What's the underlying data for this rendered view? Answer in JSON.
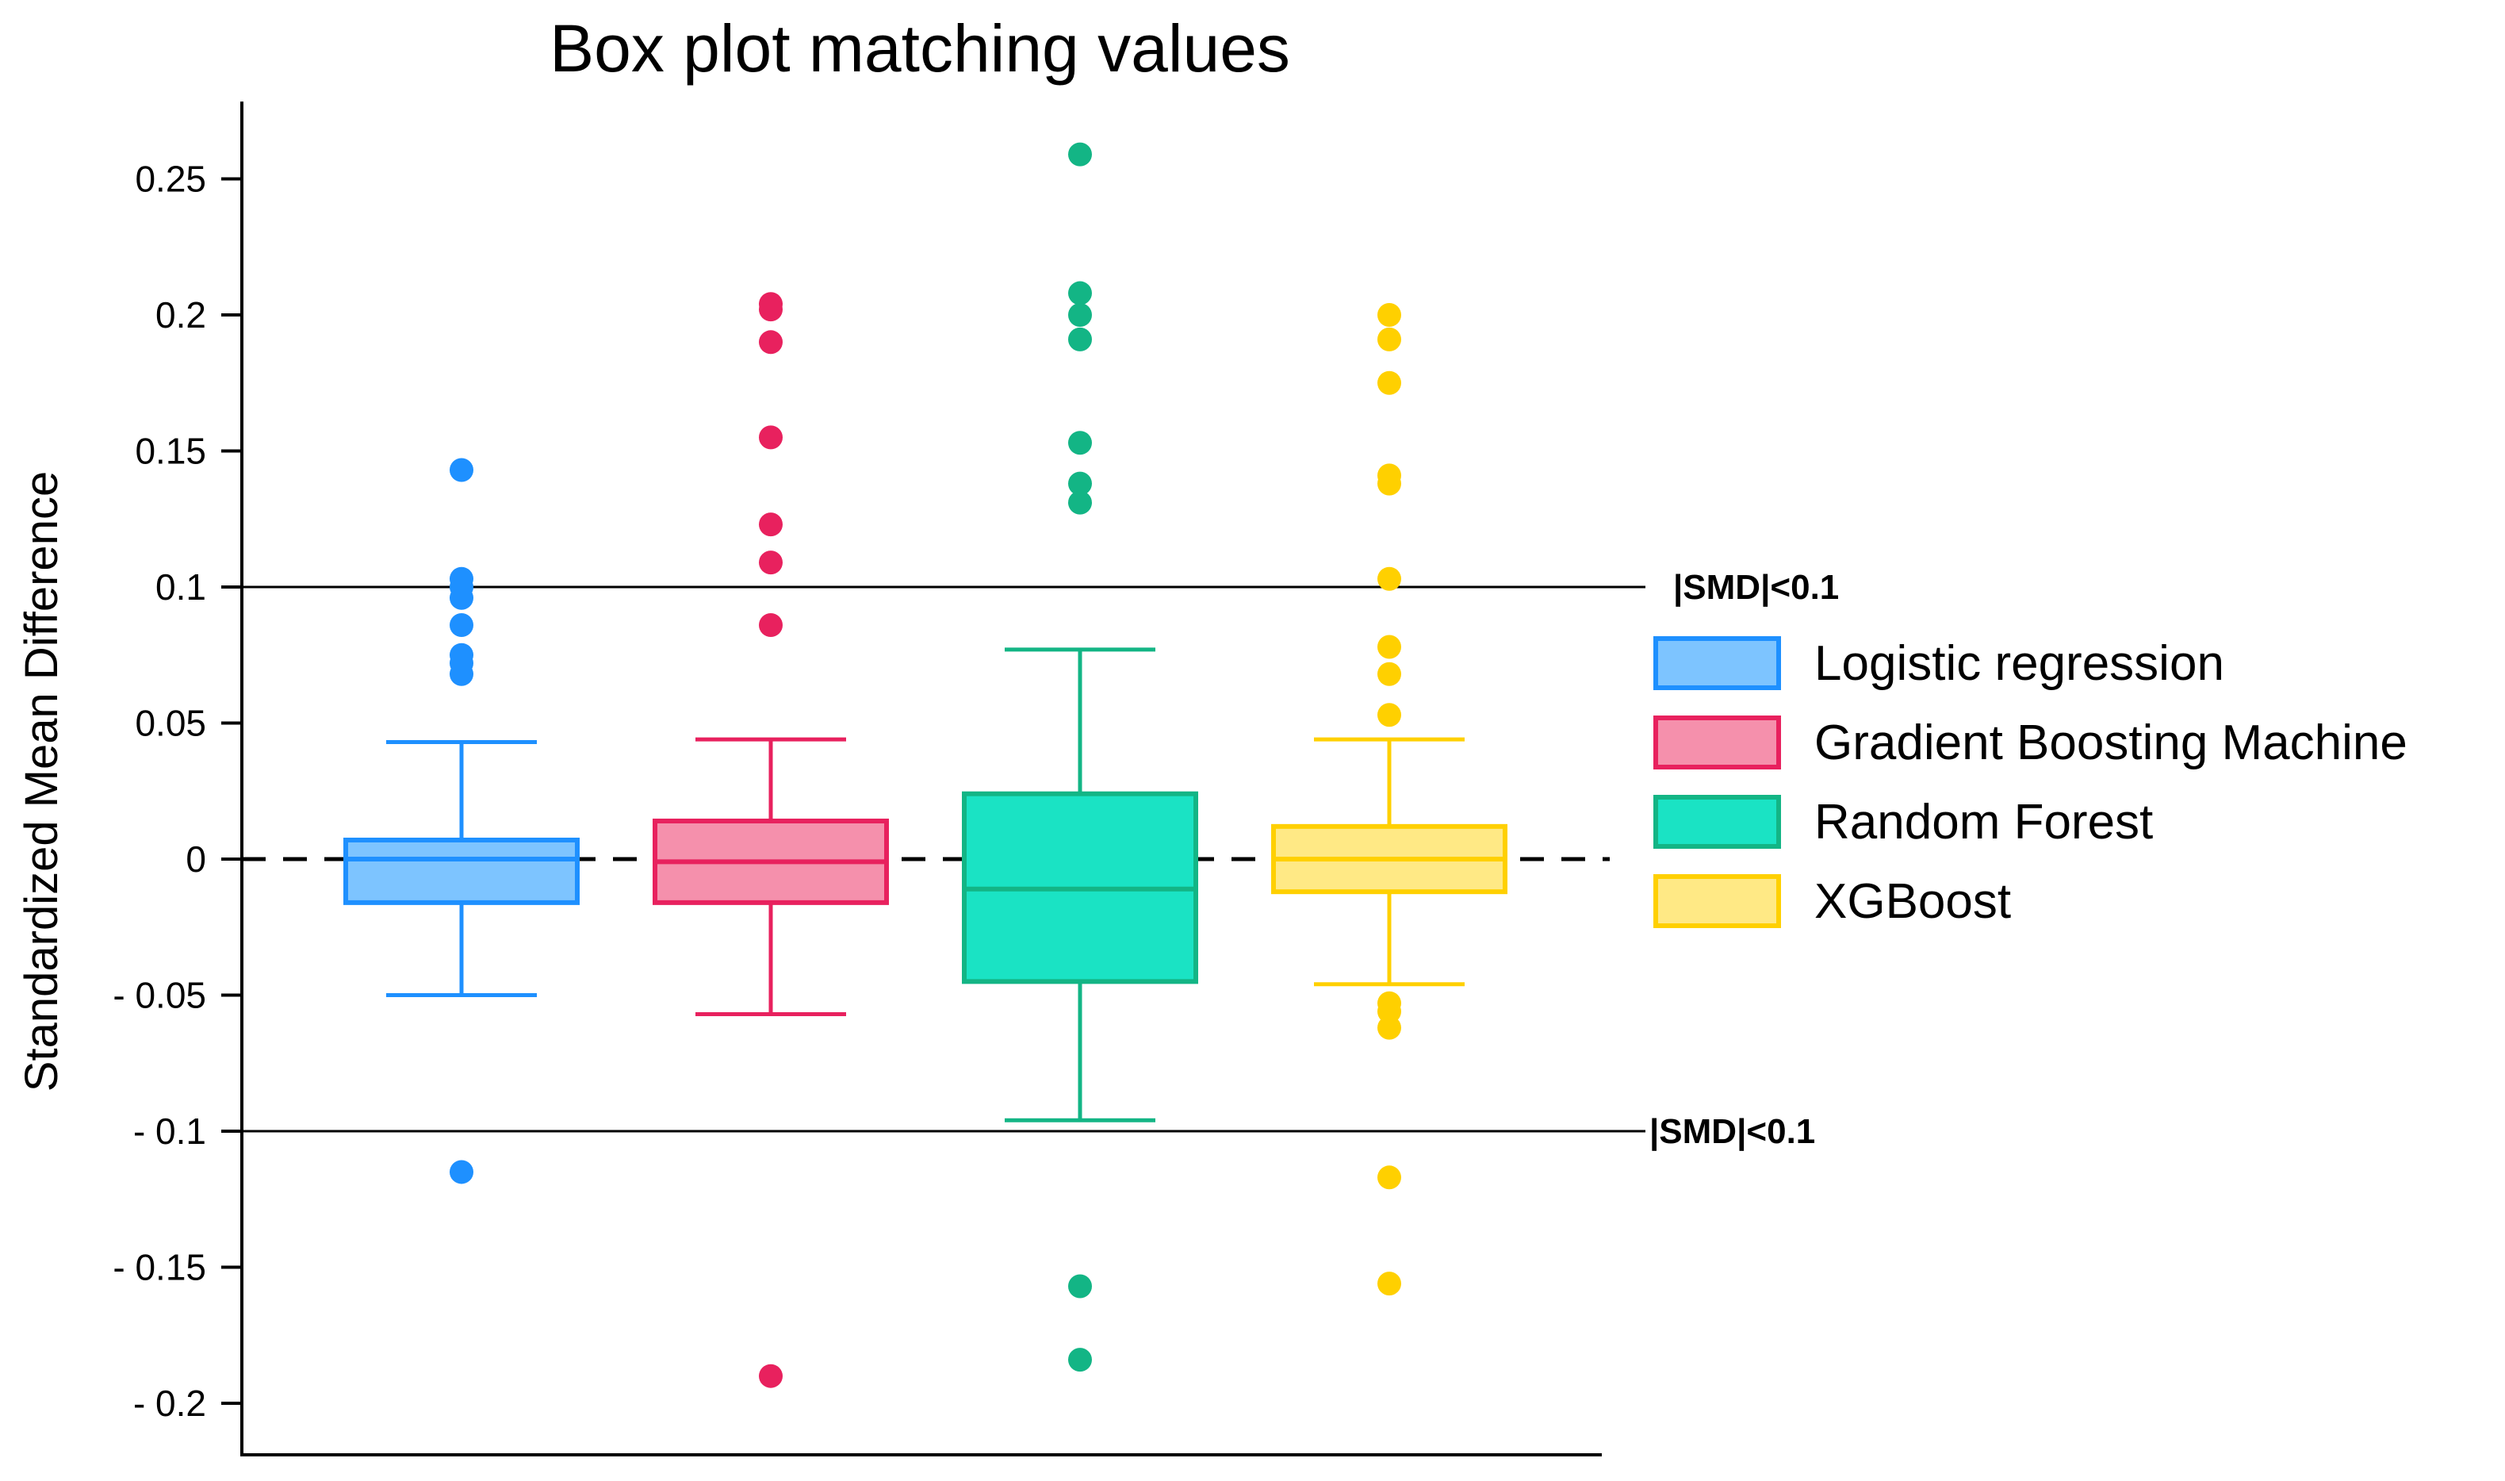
{
  "chart_data": {
    "type": "box",
    "title": "Box plot matching values",
    "ylabel": "Standardized Mean Difference",
    "xlabel": "",
    "ylim": [
      -0.22,
      0.28
    ],
    "yticks": [
      0.25,
      0.2,
      0.15,
      0.1,
      0.05,
      0,
      -0.05,
      -0.1,
      -0.15,
      -0.2
    ],
    "ytick_labels": [
      "0.25",
      "0.2",
      "0.15",
      "0.1",
      "0.05",
      "0",
      "- 0.05",
      "- 0.1",
      "- 0.15",
      "- 0.2"
    ],
    "grid": false,
    "legend_position": "right",
    "reference_lines": [
      {
        "y": 0.1,
        "label": "|SMD|<0.1",
        "style": "solid"
      },
      {
        "y": -0.1,
        "label": "|SMD|<0.1",
        "style": "solid"
      },
      {
        "y": 0,
        "label": "",
        "style": "dashed"
      }
    ],
    "series": [
      {
        "name": "Logistic regression",
        "color": "#1E90FF",
        "fill": "#7DC4FF",
        "whisker_low": -0.05,
        "q1": -0.016,
        "median": 0.0,
        "q3": 0.007,
        "whisker_high": 0.043,
        "outliers": [
          0.143,
          0.103,
          0.1,
          0.096,
          0.086,
          0.075,
          0.072,
          0.068,
          -0.115
        ]
      },
      {
        "name": "Gradient Boosting Machine",
        "color": "#E8215E",
        "fill": "#F590AC",
        "whisker_low": -0.057,
        "q1": -0.016,
        "median": -0.001,
        "q3": 0.014,
        "whisker_high": 0.044,
        "outliers": [
          0.204,
          0.202,
          0.19,
          0.155,
          0.123,
          0.109,
          0.086,
          -0.19
        ]
      },
      {
        "name": "Random Forest",
        "color": "#13B585",
        "fill": "#1AE3C4",
        "whisker_low": -0.096,
        "q1": -0.045,
        "median": -0.011,
        "q3": 0.024,
        "whisker_high": 0.077,
        "outliers": [
          0.259,
          0.208,
          0.2,
          0.191,
          0.153,
          0.138,
          0.131,
          -0.157,
          -0.184
        ]
      },
      {
        "name": "XGBoost",
        "color": "#FFD000",
        "fill": "#FFE985",
        "whisker_low": -0.046,
        "q1": -0.012,
        "median": 0.0,
        "q3": 0.012,
        "whisker_high": 0.044,
        "outliers": [
          0.2,
          0.191,
          0.175,
          0.141,
          0.138,
          0.103,
          0.078,
          0.068,
          0.053,
          -0.053,
          -0.056,
          -0.062,
          -0.117,
          -0.156
        ]
      }
    ]
  }
}
